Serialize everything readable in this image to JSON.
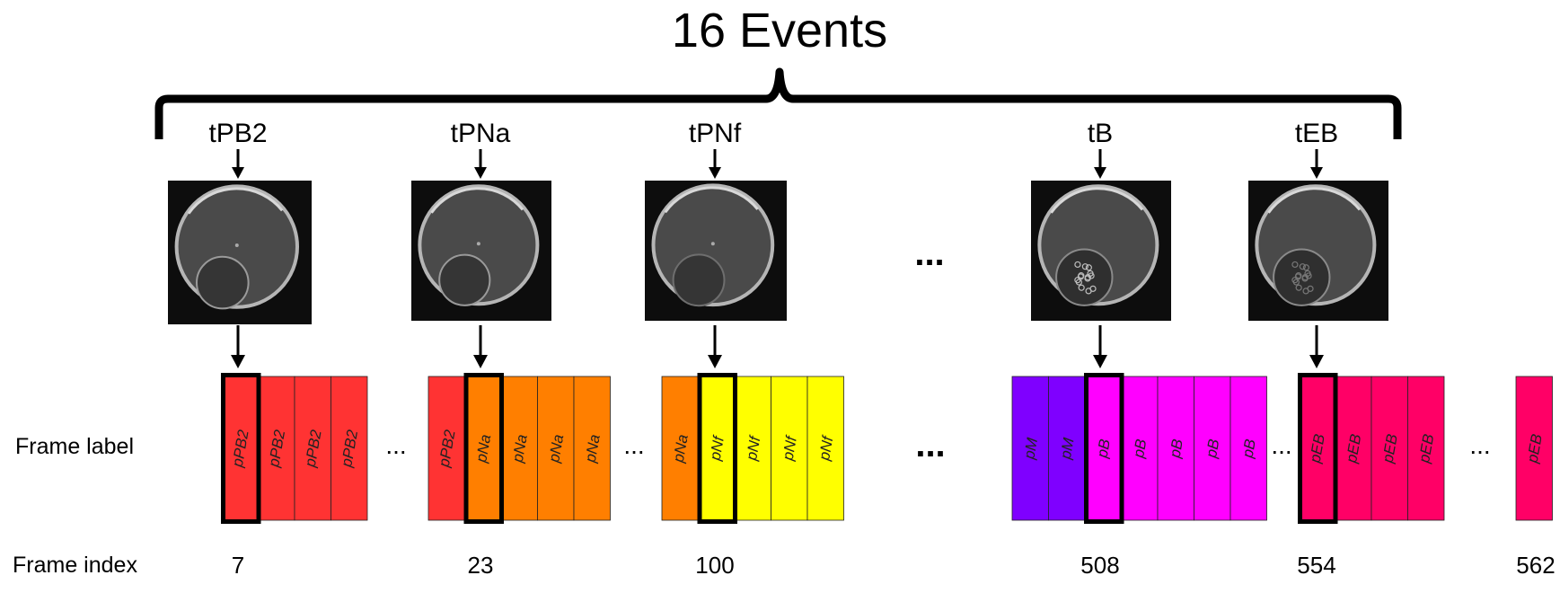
{
  "title": "16 Events",
  "row_labels": {
    "frame_label": "Frame label",
    "frame_index": "Frame index"
  },
  "ellipsis": "...",
  "colors": {
    "pPB2": "#ff3333",
    "pNa": "#ff7f00",
    "pNf": "#ffff00",
    "pM": "#7f00ff",
    "pB": "#ff00ff",
    "pEB": "#ff0066",
    "highlight_border": "#000000"
  },
  "events": [
    {
      "name": "tPB2",
      "frame_index": "7",
      "image": "embryo-zygote-image"
    },
    {
      "name": "tPNa",
      "frame_index": "23",
      "image": "embryo-pronuclei-appearance-image"
    },
    {
      "name": "tPNf",
      "frame_index": "100",
      "image": "embryo-pronuclei-fading-image"
    },
    {
      "name": "tB",
      "frame_index": "508",
      "image": "embryo-blastocyst-image"
    },
    {
      "name": "tEB",
      "frame_index": "554",
      "image": "embryo-expanded-blastocyst-image"
    }
  ],
  "last_frame_index": "562",
  "frame_groups": [
    {
      "frames": [
        {
          "label": "pPB2",
          "highlight": true
        },
        {
          "label": "pPB2"
        },
        {
          "label": "pPB2"
        },
        {
          "label": "pPB2"
        }
      ]
    },
    {
      "frames": [
        {
          "label": "pPB2"
        },
        {
          "label": "pNa",
          "highlight": true
        },
        {
          "label": "pNa"
        },
        {
          "label": "pNa"
        },
        {
          "label": "pNa"
        }
      ]
    },
    {
      "frames": [
        {
          "label": "pNa"
        },
        {
          "label": "pNf",
          "highlight": true
        },
        {
          "label": "pNf"
        },
        {
          "label": "pNf"
        },
        {
          "label": "pNf"
        }
      ]
    },
    {
      "frames": [
        {
          "label": "pM"
        },
        {
          "label": "pM"
        },
        {
          "label": "pB",
          "highlight": true
        },
        {
          "label": "pB"
        },
        {
          "label": "pB"
        },
        {
          "label": "pB"
        },
        {
          "label": "pB"
        }
      ]
    },
    {
      "frames": [
        {
          "label": "pEB",
          "highlight": true
        },
        {
          "label": "pEB"
        },
        {
          "label": "pEB"
        },
        {
          "label": "pEB"
        }
      ]
    },
    {
      "frames": [
        {
          "label": "pEB"
        }
      ]
    }
  ]
}
